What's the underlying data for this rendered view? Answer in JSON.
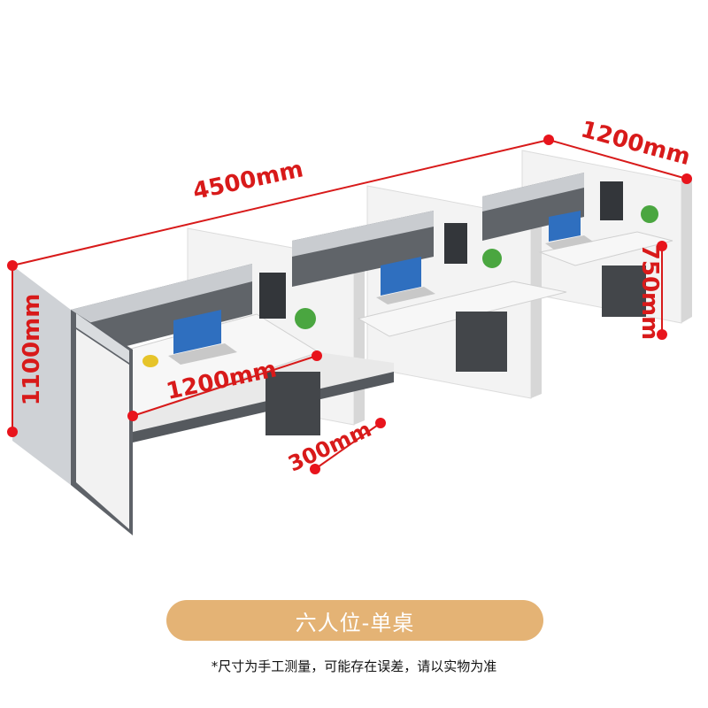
{
  "dimensions": {
    "total_length": "4500mm",
    "depth": "1200mm",
    "desk_width": "1200mm",
    "cabinet_width": "300mm",
    "screen_height": "1100mm",
    "desk_height": "750mm"
  },
  "configuration_label": "六人位-单桌",
  "disclaimer": "*尺寸为手工测量，可能存在误差，请以实物为准",
  "colors": {
    "accent_red": "#d81a1a",
    "pill_background": "#e4b375",
    "cabinet_white": "#f2f2f2",
    "frame_gray": "#5e6268"
  }
}
